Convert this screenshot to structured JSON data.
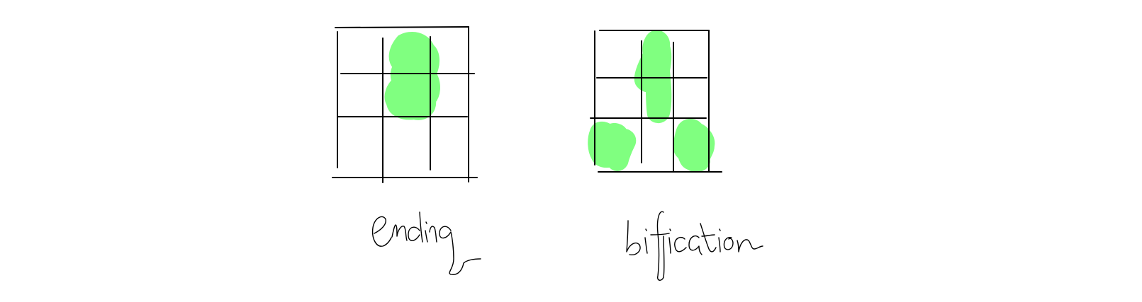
{
  "diagrams": [
    {
      "id": "ending",
      "caption": "ending",
      "grid": {
        "rows": 3,
        "cols": 3
      },
      "highlight_color": "#80ff80",
      "highlighted_cells": [
        [
          0,
          1
        ],
        [
          1,
          1
        ]
      ]
    },
    {
      "id": "bification",
      "caption": "bification",
      "grid": {
        "rows": 3,
        "cols": 3
      },
      "highlight_color": "#80ff80",
      "highlighted_cells": [
        [
          0,
          1
        ],
        [
          1,
          1
        ],
        [
          2,
          0
        ],
        [
          2,
          2
        ]
      ]
    }
  ],
  "colors": {
    "background": "#ffffff",
    "line": "#000000",
    "highlight": "#80ff80"
  }
}
